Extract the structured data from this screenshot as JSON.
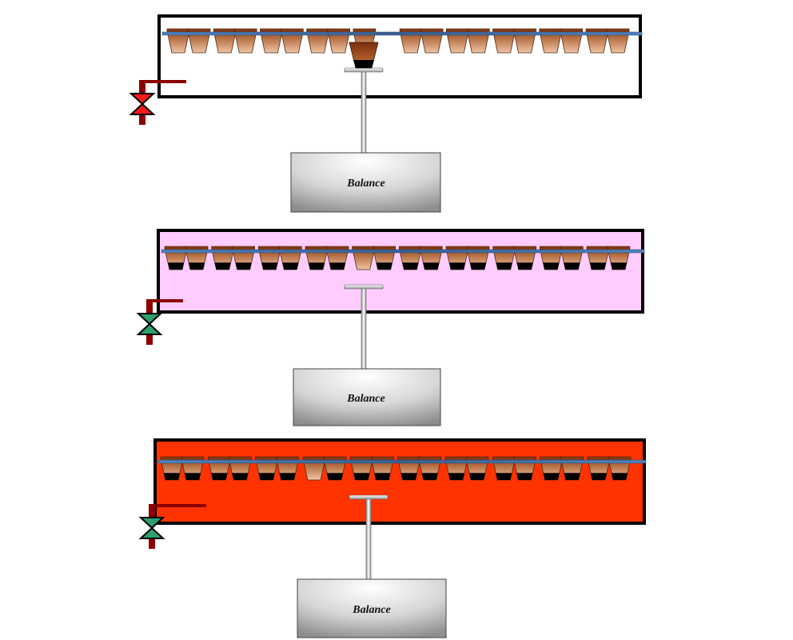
{
  "figure": {
    "description": "Three-stage oven drying setup with cups on a rack and a balance weighing one cup",
    "colors": {
      "frame_stroke": "#000000",
      "rack": "#4f81bd",
      "cup_top": "#8a3b12",
      "cup_light": "#e8b896",
      "cup_dark": "#b86a3c",
      "cup_residue": "#000000",
      "pipe": "#8b0000",
      "balance_light": "#ffffff",
      "balance_dark": "#8c8c8c"
    }
  },
  "panels": [
    {
      "id": "stage-1",
      "chamber_fill": "#ffffff",
      "valve_color": "#ff1a1a",
      "valve_state": "closed",
      "cup_pairs": 10,
      "cup_on_balance": true,
      "empty_cup_index": null,
      "residue_in_cups": false,
      "balance_label": "Balance"
    },
    {
      "id": "stage-2",
      "chamber_fill": "#ffccff",
      "valve_color": "#2e9e6e",
      "valve_state": "open",
      "cup_pairs": 10,
      "cup_on_balance": false,
      "empty_cup_index": 8,
      "residue_in_cups": true,
      "balance_label": "Balance"
    },
    {
      "id": "stage-3",
      "chamber_fill": "#ff3300",
      "valve_color": "#2e9e6e",
      "valve_state": "open",
      "cup_pairs": 10,
      "cup_on_balance": false,
      "empty_cup_index": 6,
      "residue_in_cups": true,
      "balance_label": "Balance"
    }
  ]
}
